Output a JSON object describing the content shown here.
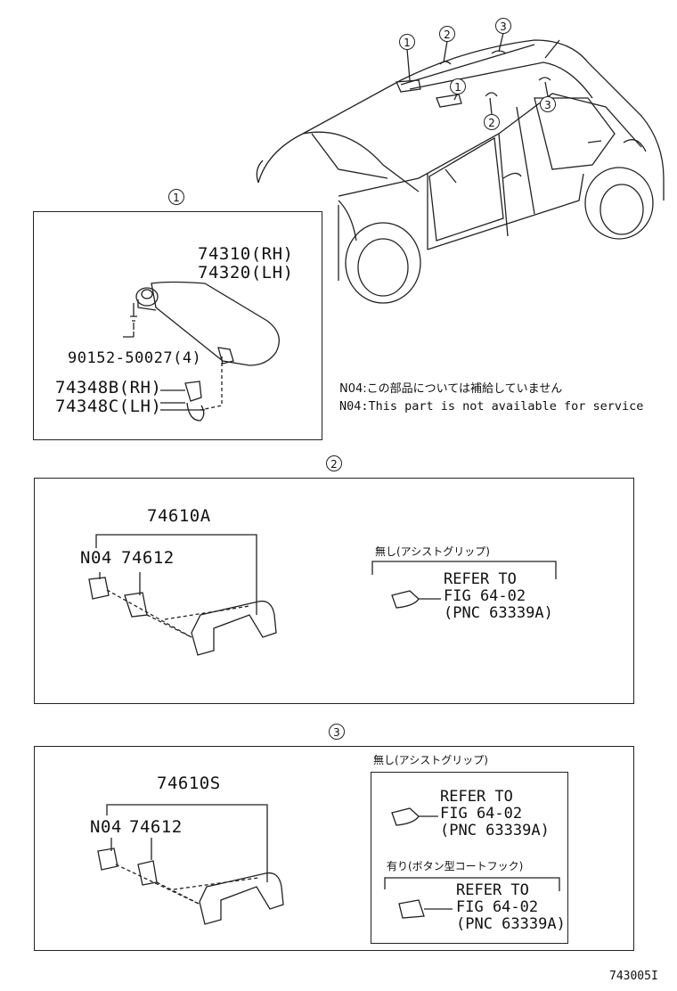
{
  "callouts": {
    "one": "1",
    "two": "2",
    "three": "3"
  },
  "section1": {
    "pn_rh": "74310(RH)",
    "pn_lh": "74320(LH)",
    "screw": "90152-50027(4)",
    "clip_rh": "74348B(RH)",
    "clip_lh": "74348C(LH)"
  },
  "note": {
    "jp": "N04:この部品については補給していません",
    "en": "N04:This part is not available for service"
  },
  "section2": {
    "assembly": "74610A",
    "n04": "N04",
    "part": "74612",
    "jp_label": "無し(アシストグリップ)",
    "ref1": "REFER TO",
    "ref2": "FIG 64-02",
    "ref3": "(PNC 63339A)"
  },
  "section3": {
    "assembly": "74610S",
    "n04": "N04",
    "part": "74612",
    "jp_label_a": "無し(アシストグリップ)",
    "a_ref1": "REFER TO",
    "a_ref2": "FIG 64-02",
    "a_ref3": "(PNC 63339A)",
    "jp_label_b": "有り(ボタン型コートフック)",
    "b_ref1": "REFER TO",
    "b_ref2": "FIG 64-02",
    "b_ref3": "(PNC 63339A)"
  },
  "figure_code": "743005I"
}
